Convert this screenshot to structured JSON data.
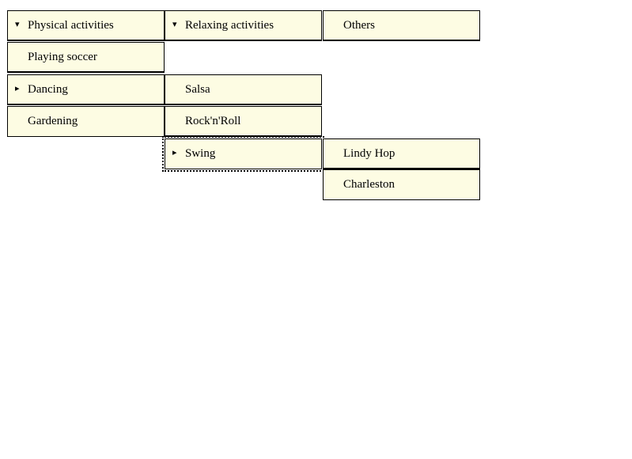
{
  "widget": {
    "name": "miller-columns-browser",
    "background_color": "#ffffff",
    "cell_fill_color": "#fdfce3",
    "cell_border_color": "#000000",
    "text_color": "#000000"
  },
  "icons": {
    "expanded": "▾",
    "collapsed": "▸"
  },
  "columns": [
    {
      "name": "column-activities",
      "cells": [
        {
          "label": "Physical activities",
          "marker": "expanded",
          "row": 0,
          "selected": false
        },
        {
          "label": "Playing soccer",
          "marker": "none",
          "row": 1,
          "selected": false
        },
        {
          "label": "Dancing",
          "marker": "collapsed",
          "row": 2,
          "selected": false
        },
        {
          "label": "Gardening",
          "marker": "none",
          "row": 3,
          "selected": false
        }
      ]
    },
    {
      "name": "column-relaxing",
      "cells": [
        {
          "label": "Relaxing activities",
          "marker": "expanded",
          "row": 0,
          "selected": false
        },
        {
          "label": "Salsa",
          "marker": "none",
          "row": 2,
          "selected": false
        },
        {
          "label": "Rock'n'Roll",
          "marker": "none",
          "row": 3,
          "selected": false
        },
        {
          "label": "Swing",
          "marker": "collapsed",
          "row": 4,
          "selected": true
        }
      ]
    },
    {
      "name": "column-others",
      "cells": [
        {
          "label": "Others",
          "marker": "none",
          "row": 0,
          "selected": false
        },
        {
          "label": "Lindy Hop",
          "marker": "none",
          "row": 4,
          "selected": false
        },
        {
          "label": "Charleston",
          "marker": "none",
          "row": 5,
          "selected": false
        }
      ]
    }
  ]
}
